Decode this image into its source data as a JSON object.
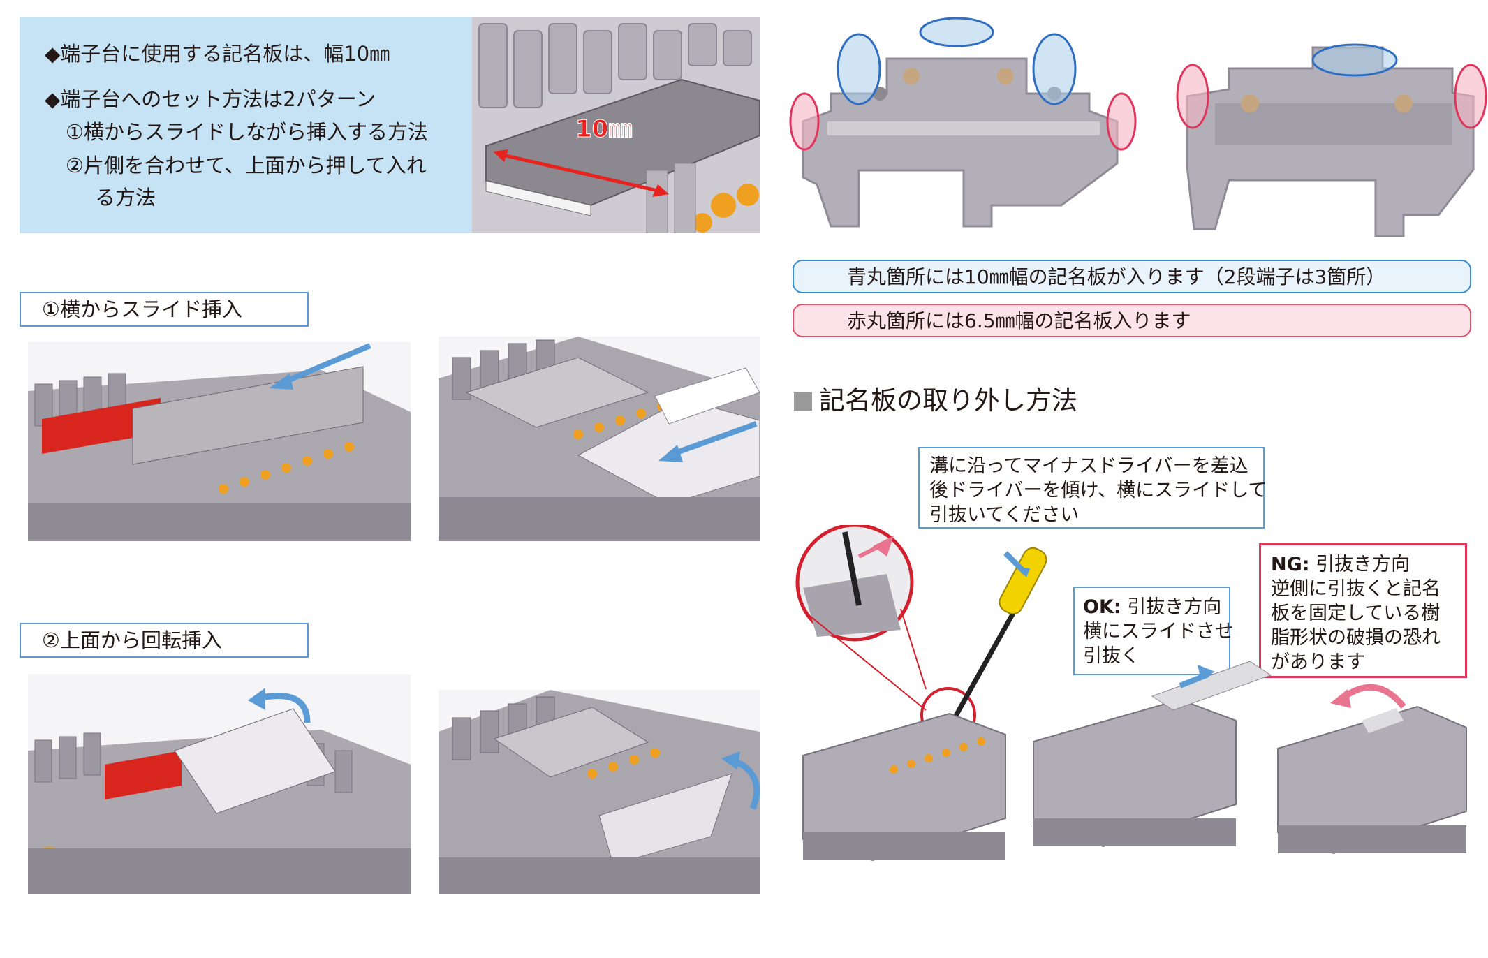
{
  "intro": {
    "line1": "◆端子台に使用する記名板は、幅10㎜",
    "line2": "◆端子台へのセット方法は2パターン",
    "line3": "①横からスライドしながら挿入する方法",
    "line4": "②片側を合わせて、上面から押して入れ",
    "line5": "る方法"
  },
  "top_image": {
    "dimension_label": "10㎜"
  },
  "section1": {
    "label": "①横からスライド挿入"
  },
  "section2": {
    "label": "②上面から回転挿入"
  },
  "legend": {
    "blue_text": "青丸箇所には10㎜幅の記名板が入ります（2段端子は3箇所）",
    "red_text": "赤丸箇所には6.5㎜幅の記名板入ります"
  },
  "removal": {
    "title": "記名板の取り外し方法",
    "instruction": [
      "溝に沿ってマイナスドライバーを差込",
      "後ドライバーを傾け、横にスライドして",
      "引抜いてください"
    ],
    "ok_label": "OK:",
    "ok_lines": [
      "引抜き方向",
      "横にスライドさせ",
      "引抜く"
    ],
    "ng_label": "NG:",
    "ng_lines": [
      "引抜き方向",
      "逆側に引抜くと記名",
      "板を固定している樹",
      "脂形状の破損の恐れ",
      "があります"
    ]
  },
  "colors": {
    "intro_bg": "#c5e3f5",
    "blue_accent": "#5b9bd5",
    "red_accent": "#e0355c",
    "terminal_grey": "#a8a4ad",
    "terminal_orange": "#f0a020"
  }
}
